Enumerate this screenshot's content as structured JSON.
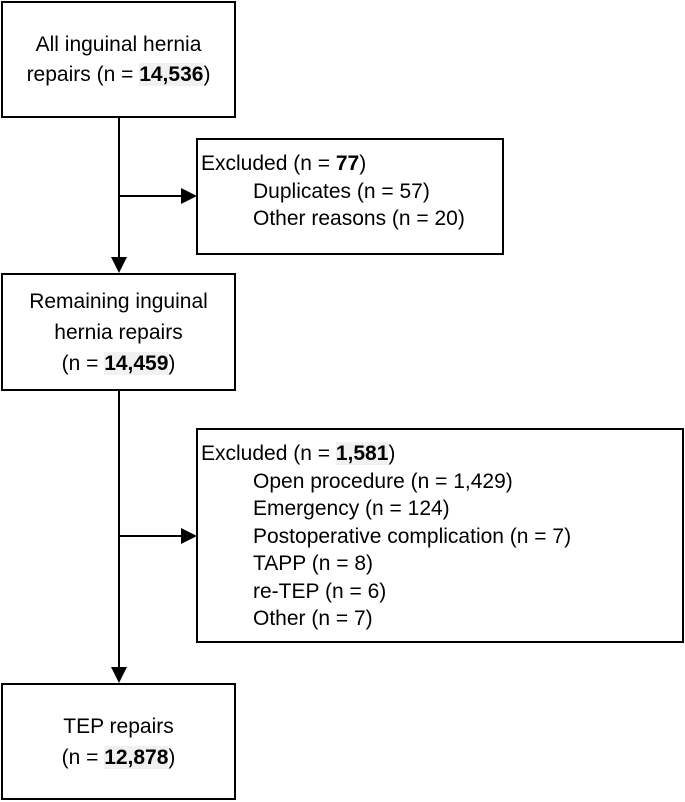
{
  "nodes": {
    "all_repairs": {
      "line1": "All inguinal hernia",
      "line2_prefix": "repairs (n = ",
      "line2_value": "14,536",
      "line2_suffix": ")"
    },
    "excluded_1": {
      "header_prefix": "Excluded (n = ",
      "header_value": "77",
      "header_suffix": ")",
      "items": [
        "Duplicates (n = 57)",
        "Other reasons (n = 20)"
      ]
    },
    "remaining": {
      "line1": "Remaining inguinal",
      "line2": "hernia repairs",
      "line3_prefix": "(n = ",
      "line3_value": "14,459",
      "line3_suffix": ")"
    },
    "excluded_2": {
      "header_prefix": "Excluded (n = ",
      "header_value": "1,581",
      "header_suffix": ")",
      "items": [
        "Open procedure (n = 1,429)",
        "Emergency (n = 124)",
        "Postoperative complication (n = 7)",
        "TAPP (n = 8)",
        "re-TEP (n = 6)",
        "Other (n = 7)"
      ]
    },
    "tep_repairs": {
      "line1": "TEP repairs",
      "line2_prefix": "(n = ",
      "line2_value": "12,878",
      "line2_suffix": ")"
    }
  }
}
